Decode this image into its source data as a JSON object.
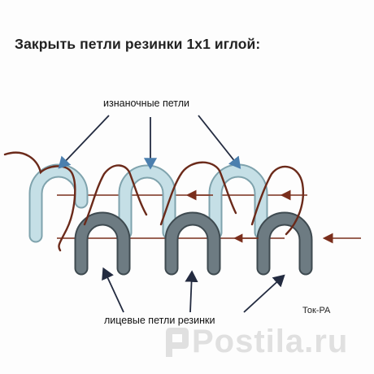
{
  "title": "Закрыть петли резинки  1х1 иглой:",
  "labels": {
    "purl_loops": "изнаночные петли",
    "knit_loops": "лицевые петли резинки"
  },
  "author": "Ток-РА",
  "watermark": {
    "text": "Postila.ru",
    "logo_icon": "postila-logo-icon"
  },
  "colors": {
    "purl_loop_fill": "#c5dfe6",
    "purl_loop_outline": "#7fa3ad",
    "knit_loop_fill": "#6d7b82",
    "knit_loop_outline": "#3e4a50",
    "yarn": "#6b2a1a",
    "blue_arrow": "#4b7fae",
    "dark_arrow": "#232b40"
  }
}
